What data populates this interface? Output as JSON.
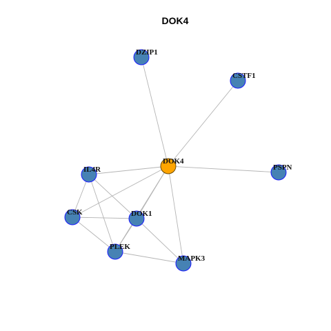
{
  "title": "DOK4",
  "colors": {
    "background": "#ffffff",
    "edge": "#b4b4b4",
    "node_fill": "#4682b4",
    "node_stroke": "#1a1aff",
    "center_fill": "#ffa500",
    "center_stroke": "#6b4a00"
  },
  "nodes": [
    {
      "id": "DOK4",
      "label": "DOK4",
      "center": true
    },
    {
      "id": "DZIP1",
      "label": "DZIP1"
    },
    {
      "id": "CSTF1",
      "label": "CSTF1"
    },
    {
      "id": "IL4R",
      "label": "IL4R"
    },
    {
      "id": "PSPN",
      "label": "PSPN"
    },
    {
      "id": "CSK",
      "label": "CSK"
    },
    {
      "id": "DOK1",
      "label": "DOK1"
    },
    {
      "id": "PLEK",
      "label": "PLEK"
    },
    {
      "id": "MAPK3",
      "label": "MAPK3"
    }
  ],
  "edges": [
    [
      "DOK4",
      "DZIP1"
    ],
    [
      "DOK4",
      "CSTF1"
    ],
    [
      "DOK4",
      "IL4R"
    ],
    [
      "DOK4",
      "PSPN"
    ],
    [
      "DOK4",
      "CSK"
    ],
    [
      "DOK4",
      "DOK1"
    ],
    [
      "DOK4",
      "PLEK"
    ],
    [
      "DOK4",
      "MAPK3"
    ],
    [
      "IL4R",
      "CSK"
    ],
    [
      "IL4R",
      "DOK1"
    ],
    [
      "IL4R",
      "PLEK"
    ],
    [
      "CSK",
      "DOK1"
    ],
    [
      "CSK",
      "PLEK"
    ],
    [
      "DOK1",
      "PLEK"
    ],
    [
      "DOK1",
      "MAPK3"
    ],
    [
      "PLEK",
      "MAPK3"
    ]
  ]
}
